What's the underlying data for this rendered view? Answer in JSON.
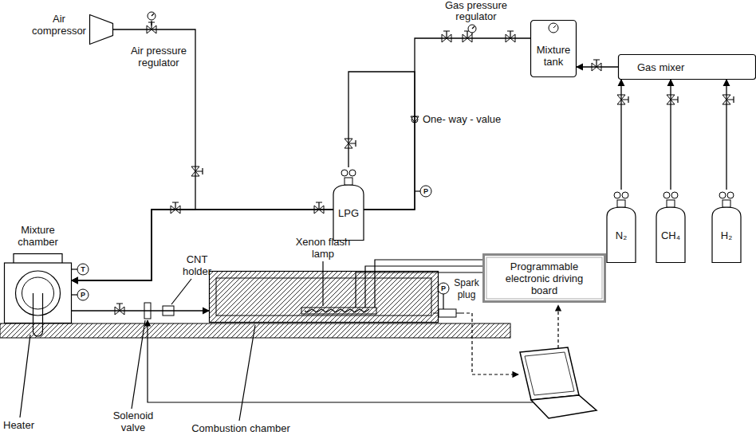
{
  "diagram": {
    "nodes": [
      {
        "text": [
          "Air compressor"
        ]
      },
      {
        "text": [
          "Mixture tank"
        ]
      },
      {
        "text": [
          "Gas mixer"
        ]
      },
      {
        "text": [
          "LPG"
        ]
      },
      {
        "text": [
          "N₂"
        ]
      },
      {
        "text": [
          "CH₄"
        ]
      },
      {
        "text": [
          "H₂"
        ]
      },
      {
        "text": [
          "Mixture chamber"
        ]
      },
      {
        "text": [
          "Combustion chamber"
        ]
      },
      {
        "text": [
          "Programmable electronic driving board"
        ]
      }
    ],
    "edges": [
      {
        "from": 0,
        "to": 7,
        "arrow": "to"
      },
      {
        "from": 3,
        "to": 7,
        "arrow": "to"
      },
      {
        "from": 1,
        "to": 7,
        "arrow": "to"
      },
      {
        "from": 2,
        "to": 1,
        "arrow": "to"
      },
      {
        "from": 4,
        "to": 2,
        "arrow": "to"
      },
      {
        "from": 5,
        "to": 2,
        "arrow": "to"
      },
      {
        "from": 6,
        "to": 2,
        "arrow": "to"
      },
      {
        "from": 7,
        "to": 8,
        "arrow": "to"
      }
    ],
    "labels": [
      "Gas pressure regulator",
      "Air pressure regulator",
      "One- way - value",
      "T",
      "P",
      "P",
      "Xenon flash lamp",
      "CNT holder",
      "P",
      "Spark plug",
      "Heater",
      "Solenoid valve"
    ]
  }
}
